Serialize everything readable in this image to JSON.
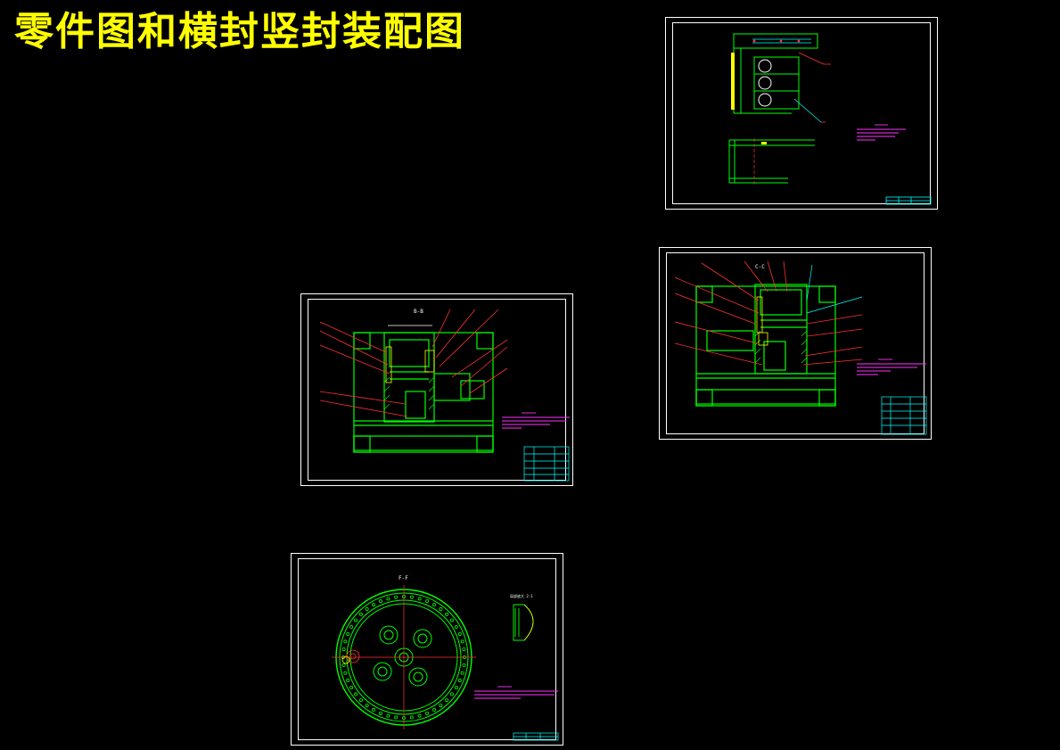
{
  "title": "零件图和横封竖封装配图",
  "colors": {
    "background": "#000000",
    "title": "#FFFF00",
    "frame": "#FFFFFF",
    "part": "#00FF00",
    "leader": "#FF3333",
    "dimension": "#00FFFF",
    "note": "#FF33FF"
  },
  "sheets": {
    "part_drawing": {
      "label": ""
    },
    "section_bb": {
      "label": "B-B"
    },
    "section_cc": {
      "label": "C-C"
    },
    "gear_drawing": {
      "label": "F-F",
      "detail_label": "局部放大 2:1"
    }
  }
}
